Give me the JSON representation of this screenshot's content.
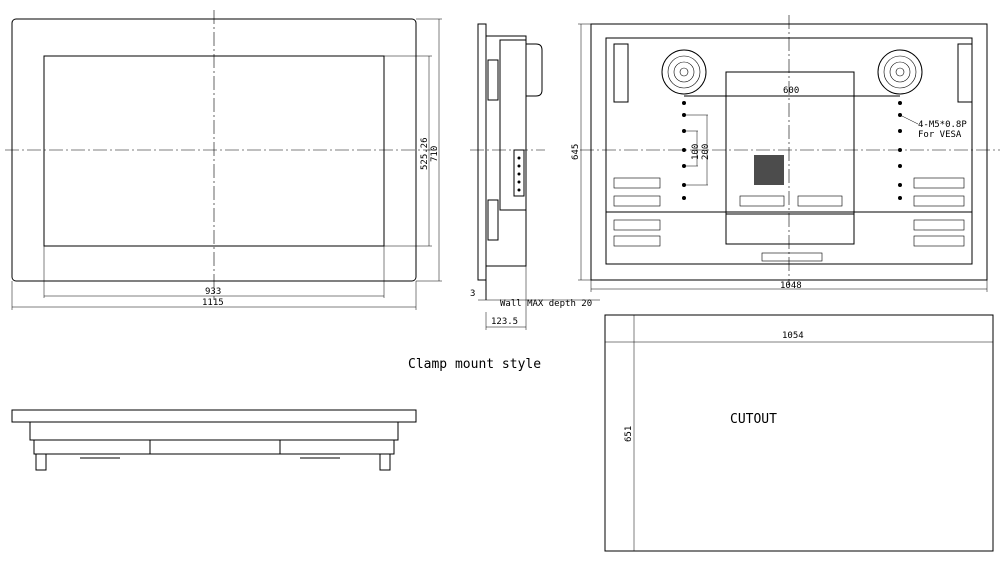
{
  "front_view": {
    "inner_width": "933",
    "outer_width": "1115",
    "inner_height": "525.26",
    "outer_height": "710"
  },
  "side_view": {
    "offset": "3",
    "wall_depth_label": "Wall MAX depth  20",
    "depth": "123.5"
  },
  "rear_view": {
    "height": "645",
    "vesa_width": "600",
    "vesa_100": "100",
    "vesa_200": "200",
    "screw_spec": "4-M5*0.8P",
    "screw_note": "For VESA",
    "width": "1048"
  },
  "caption": "Clamp mount style",
  "cutout": {
    "width": "1054",
    "height": "651",
    "label": "CUTOUT"
  }
}
